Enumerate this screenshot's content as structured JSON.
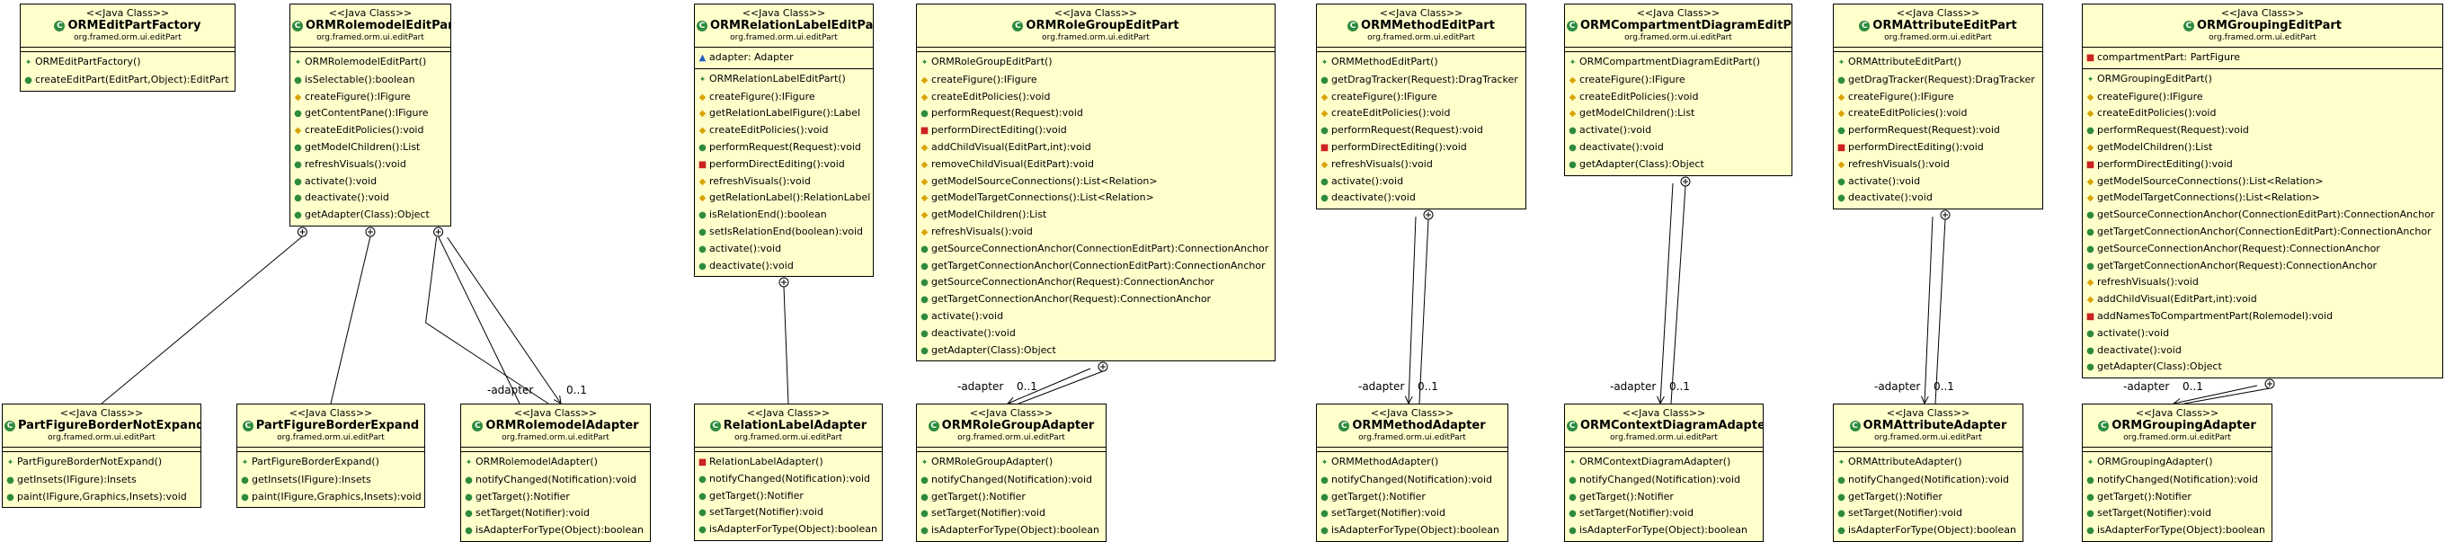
{
  "stereotype": "<<Java Class>>",
  "classes": [
    {
      "id": "ormeditpartfactory",
      "name": "ORMEditPartFactory",
      "package": "org.framed.orm.ui.editPart",
      "attributes": [],
      "methods": [
        {
          "v": "ctor",
          "t": "ORMEditPartFactory()"
        },
        {
          "v": "public",
          "t": "createEditPart(EditPart,Object):EditPart"
        }
      ]
    },
    {
      "id": "ormrolemodeleditpart",
      "name": "ORMRolemodelEditPart",
      "package": "org.framed.orm.ui.editPart",
      "attributes": [],
      "methods": [
        {
          "v": "ctor",
          "t": "ORMRolemodelEditPart()"
        },
        {
          "v": "public",
          "t": "isSelectable():boolean"
        },
        {
          "v": "protected",
          "t": "createFigure():IFigure"
        },
        {
          "v": "public",
          "t": "getContentPane():IFigure"
        },
        {
          "v": "protected",
          "t": "createEditPolicies():void"
        },
        {
          "v": "public",
          "t": "getModelChildren():List"
        },
        {
          "v": "public",
          "t": "refreshVisuals():void"
        },
        {
          "v": "public",
          "t": "activate():void"
        },
        {
          "v": "public",
          "t": "deactivate():void"
        },
        {
          "v": "public",
          "t": "getAdapter(Class):Object"
        }
      ]
    },
    {
      "id": "ormrelationlabeleditpart",
      "name": "ORMRelationLabelEditPart",
      "package": "org.framed.orm.ui.editPart",
      "attributes": [
        {
          "v": "package",
          "t": "adapter: Adapter"
        }
      ],
      "methods": [
        {
          "v": "ctor",
          "t": "ORMRelationLabelEditPart()"
        },
        {
          "v": "protected",
          "t": "createFigure():IFigure"
        },
        {
          "v": "protected",
          "t": "getRelationLabelFigure():Label"
        },
        {
          "v": "protected",
          "t": "createEditPolicies():void"
        },
        {
          "v": "public",
          "t": "performRequest(Request):void"
        },
        {
          "v": "private",
          "t": "performDirectEditing():void"
        },
        {
          "v": "protected",
          "t": "refreshVisuals():void"
        },
        {
          "v": "protected",
          "t": "getRelationLabel():RelationLabel"
        },
        {
          "v": "public",
          "t": "isRelationEnd():boolean"
        },
        {
          "v": "public",
          "t": "setIsRelationEnd(boolean):void"
        },
        {
          "v": "public",
          "t": "activate():void"
        },
        {
          "v": "public",
          "t": "deactivate():void"
        }
      ]
    },
    {
      "id": "ormrolegroupeditpart",
      "name": "ORMRoleGroupEditPart",
      "package": "org.framed.orm.ui.editPart",
      "attributes": [],
      "methods": [
        {
          "v": "ctor",
          "t": "ORMRoleGroupEditPart()"
        },
        {
          "v": "protected",
          "t": "createFigure():IFigure"
        },
        {
          "v": "protected",
          "t": "createEditPolicies():void"
        },
        {
          "v": "public",
          "t": "performRequest(Request):void"
        },
        {
          "v": "private",
          "t": "performDirectEditing():void"
        },
        {
          "v": "protected",
          "t": "addChildVisual(EditPart,int):void"
        },
        {
          "v": "protected",
          "t": "removeChildVisual(EditPart):void"
        },
        {
          "v": "protected",
          "t": "getModelSourceConnections():List<Relation>"
        },
        {
          "v": "protected",
          "t": "getModelTargetConnections():List<Relation>"
        },
        {
          "v": "protected",
          "t": "getModelChildren():List"
        },
        {
          "v": "protected",
          "t": "refreshVisuals():void"
        },
        {
          "v": "public",
          "t": "getSourceConnectionAnchor(ConnectionEditPart):ConnectionAnchor"
        },
        {
          "v": "public",
          "t": "getTargetConnectionAnchor(ConnectionEditPart):ConnectionAnchor"
        },
        {
          "v": "public",
          "t": "getSourceConnectionAnchor(Request):ConnectionAnchor"
        },
        {
          "v": "public",
          "t": "getTargetConnectionAnchor(Request):ConnectionAnchor"
        },
        {
          "v": "public",
          "t": "activate():void"
        },
        {
          "v": "public",
          "t": "deactivate():void"
        },
        {
          "v": "public",
          "t": "getAdapter(Class):Object"
        }
      ]
    },
    {
      "id": "ormmethodeditpart",
      "name": "ORMMethodEditPart",
      "package": "org.framed.orm.ui.editPart",
      "attributes": [],
      "methods": [
        {
          "v": "ctor",
          "t": "ORMMethodEditPart()"
        },
        {
          "v": "public",
          "t": "getDragTracker(Request):DragTracker"
        },
        {
          "v": "protected",
          "t": "createFigure():IFigure"
        },
        {
          "v": "protected",
          "t": "createEditPolicies():void"
        },
        {
          "v": "public",
          "t": "performRequest(Request):void"
        },
        {
          "v": "private",
          "t": "performDirectEditing():void"
        },
        {
          "v": "protected",
          "t": "refreshVisuals():void"
        },
        {
          "v": "public",
          "t": "activate():void"
        },
        {
          "v": "public",
          "t": "deactivate():void"
        }
      ]
    },
    {
      "id": "ormcompartmentdiagrameditpart",
      "name": "ORMCompartmentDiagramEditPart",
      "package": "org.framed.orm.ui.editPart",
      "attributes": [],
      "methods": [
        {
          "v": "ctor",
          "t": "ORMCompartmentDiagramEditPart()"
        },
        {
          "v": "protected",
          "t": "createFigure():IFigure"
        },
        {
          "v": "protected",
          "t": "createEditPolicies():void"
        },
        {
          "v": "protected",
          "t": "getModelChildren():List"
        },
        {
          "v": "public",
          "t": "activate():void"
        },
        {
          "v": "public",
          "t": "deactivate():void"
        },
        {
          "v": "public",
          "t": "getAdapter(Class):Object"
        }
      ]
    },
    {
      "id": "ormattributeeditpart",
      "name": "ORMAttributeEditPart",
      "package": "org.framed.orm.ui.editPart",
      "attributes": [],
      "methods": [
        {
          "v": "ctor",
          "t": "ORMAttributeEditPart()"
        },
        {
          "v": "public",
          "t": "getDragTracker(Request):DragTracker"
        },
        {
          "v": "protected",
          "t": "createFigure():IFigure"
        },
        {
          "v": "protected",
          "t": "createEditPolicies():void"
        },
        {
          "v": "public",
          "t": "performRequest(Request):void"
        },
        {
          "v": "private",
          "t": "performDirectEditing():void"
        },
        {
          "v": "protected",
          "t": "refreshVisuals():void"
        },
        {
          "v": "public",
          "t": "activate():void"
        },
        {
          "v": "public",
          "t": "deactivate():void"
        }
      ]
    },
    {
      "id": "ormgroupingeditpart",
      "name": "ORMGroupingEditPart",
      "package": "org.framed.orm.ui.editPart",
      "attributes": [
        {
          "v": "private",
          "t": "compartmentPart: PartFigure"
        }
      ],
      "methods": [
        {
          "v": "ctor",
          "t": "ORMGroupingEditPart()"
        },
        {
          "v": "protected",
          "t": "createFigure():IFigure"
        },
        {
          "v": "protected",
          "t": "createEditPolicies():void"
        },
        {
          "v": "public",
          "t": "performRequest(Request):void"
        },
        {
          "v": "protected",
          "t": "getModelChildren():List"
        },
        {
          "v": "private",
          "t": "performDirectEditing():void"
        },
        {
          "v": "protected",
          "t": "getModelSourceConnections():List<Relation>"
        },
        {
          "v": "protected",
          "t": "getModelTargetConnections():List<Relation>"
        },
        {
          "v": "public",
          "t": "getSourceConnectionAnchor(ConnectionEditPart):ConnectionAnchor"
        },
        {
          "v": "public",
          "t": "getTargetConnectionAnchor(ConnectionEditPart):ConnectionAnchor"
        },
        {
          "v": "public",
          "t": "getSourceConnectionAnchor(Request):ConnectionAnchor"
        },
        {
          "v": "public",
          "t": "getTargetConnectionAnchor(Request):ConnectionAnchor"
        },
        {
          "v": "protected",
          "t": "refreshVisuals():void"
        },
        {
          "v": "protected",
          "t": "addChildVisual(EditPart,int):void"
        },
        {
          "v": "private",
          "t": "addNamesToCompartmentPart(Rolemodel):void"
        },
        {
          "v": "public",
          "t": "activate():void"
        },
        {
          "v": "public",
          "t": "deactivate():void"
        },
        {
          "v": "public",
          "t": "getAdapter(Class):Object"
        }
      ]
    },
    {
      "id": "partfigurebordernotexpand",
      "name": "PartFigureBorderNotExpand",
      "package": "org.framed.orm.ui.editPart",
      "attributes": [],
      "methods": [
        {
          "v": "ctor",
          "t": "PartFigureBorderNotExpand()"
        },
        {
          "v": "public",
          "t": "getInsets(IFigure):Insets"
        },
        {
          "v": "public",
          "t": "paint(IFigure,Graphics,Insets):void"
        }
      ]
    },
    {
      "id": "partfigureborderexpand",
      "name": "PartFigureBorderExpand",
      "package": "org.framed.orm.ui.editPart",
      "attributes": [],
      "methods": [
        {
          "v": "ctor",
          "t": "PartFigureBorderExpand()"
        },
        {
          "v": "public",
          "t": "getInsets(IFigure):Insets"
        },
        {
          "v": "public",
          "t": "paint(IFigure,Graphics,Insets):void"
        }
      ]
    },
    {
      "id": "ormrolemodeladapter",
      "name": "ORMRolemodelAdapter",
      "package": "org.framed.orm.ui.editPart",
      "attributes": [],
      "methods": [
        {
          "v": "ctor",
          "t": "ORMRolemodelAdapter()"
        },
        {
          "v": "public",
          "t": "notifyChanged(Notification):void"
        },
        {
          "v": "public",
          "t": "getTarget():Notifier"
        },
        {
          "v": "public",
          "t": "setTarget(Notifier):void"
        },
        {
          "v": "public",
          "t": "isAdapterForType(Object):boolean"
        }
      ]
    },
    {
      "id": "relationlabeladapter",
      "name": "RelationLabelAdapter",
      "package": "org.framed.orm.ui.editPart",
      "attributes": [],
      "methods": [
        {
          "v": "private",
          "t": "RelationLabelAdapter()"
        },
        {
          "v": "public",
          "t": "notifyChanged(Notification):void"
        },
        {
          "v": "public",
          "t": "getTarget():Notifier"
        },
        {
          "v": "public",
          "t": "setTarget(Notifier):void"
        },
        {
          "v": "public",
          "t": "isAdapterForType(Object):boolean"
        }
      ]
    },
    {
      "id": "ormrolegroupadapter",
      "name": "ORMRoleGroupAdapter",
      "package": "org.framed.orm.ui.editPart",
      "attributes": [],
      "methods": [
        {
          "v": "ctor",
          "t": "ORMRoleGroupAdapter()"
        },
        {
          "v": "public",
          "t": "notifyChanged(Notification):void"
        },
        {
          "v": "public",
          "t": "getTarget():Notifier"
        },
        {
          "v": "public",
          "t": "setTarget(Notifier):void"
        },
        {
          "v": "public",
          "t": "isAdapterForType(Object):boolean"
        }
      ]
    },
    {
      "id": "ormmethodadapter",
      "name": "ORMMethodAdapter",
      "package": "org.framed.orm.ui.editPart",
      "attributes": [],
      "methods": [
        {
          "v": "ctor",
          "t": "ORMMethodAdapter()"
        },
        {
          "v": "public",
          "t": "notifyChanged(Notification):void"
        },
        {
          "v": "public",
          "t": "getTarget():Notifier"
        },
        {
          "v": "public",
          "t": "setTarget(Notifier):void"
        },
        {
          "v": "public",
          "t": "isAdapterForType(Object):boolean"
        }
      ]
    },
    {
      "id": "ormcontextdiagramadapter",
      "name": "ORMContextDiagramAdapter",
      "package": "org.framed.orm.ui.editPart",
      "attributes": [],
      "methods": [
        {
          "v": "ctor",
          "t": "ORMContextDiagramAdapter()"
        },
        {
          "v": "public",
          "t": "notifyChanged(Notification):void"
        },
        {
          "v": "public",
          "t": "getTarget():Notifier"
        },
        {
          "v": "public",
          "t": "setTarget(Notifier):void"
        },
        {
          "v": "public",
          "t": "isAdapterForType(Object):boolean"
        }
      ]
    },
    {
      "id": "ormattributeadapter",
      "name": "ORMAttributeAdapter",
      "package": "org.framed.orm.ui.editPart",
      "attributes": [],
      "methods": [
        {
          "v": "ctor",
          "t": "ORMAttributeAdapter()"
        },
        {
          "v": "public",
          "t": "notifyChanged(Notification):void"
        },
        {
          "v": "public",
          "t": "getTarget():Notifier"
        },
        {
          "v": "public",
          "t": "setTarget(Notifier):void"
        },
        {
          "v": "public",
          "t": "isAdapterForType(Object):boolean"
        }
      ]
    },
    {
      "id": "ormgroupingadapter",
      "name": "ORMGroupingAdapter",
      "package": "org.framed.orm.ui.editPart",
      "attributes": [],
      "methods": [
        {
          "v": "ctor",
          "t": "ORMGroupingAdapter()"
        },
        {
          "v": "public",
          "t": "notifyChanged(Notification):void"
        },
        {
          "v": "public",
          "t": "getTarget():Notifier"
        },
        {
          "v": "public",
          "t": "setTarget(Notifier):void"
        },
        {
          "v": "public",
          "t": "isAdapterForType(Object):boolean"
        }
      ]
    }
  ],
  "relations": [
    {
      "type": "nested",
      "from": "ormrolemodeleditpart",
      "to": "partfigurebordernotexpand"
    },
    {
      "type": "nested",
      "from": "ormrolemodeleditpart",
      "to": "partfigureborderexpand"
    },
    {
      "type": "nested",
      "from": "ormrolemodeleditpart",
      "to": "ormrolemodeladapter"
    },
    {
      "type": "association",
      "from": "ormrolemodeladapter",
      "to": "ormrolemodeleditpart",
      "role": "-adapter",
      "multiplicity": "0..1"
    },
    {
      "type": "nested",
      "from": "ormrelationlabeleditpart",
      "to": "relationlabeladapter"
    },
    {
      "type": "nested",
      "from": "ormrolegroupeditpart",
      "to": "ormrolegroupadapter"
    },
    {
      "type": "association",
      "from": "ormrolegroupeditpart",
      "to": "ormrolegroupadapter",
      "role": "-adapter",
      "multiplicity": "0..1"
    },
    {
      "type": "nested",
      "from": "ormmethodeditpart",
      "to": "ormmethodadapter"
    },
    {
      "type": "association",
      "from": "ormmethodeditpart",
      "to": "ormmethodadapter",
      "role": "-adapter",
      "multiplicity": "0..1"
    },
    {
      "type": "nested",
      "from": "ormcompartmentdiagrameditpart",
      "to": "ormcontextdiagramadapter"
    },
    {
      "type": "association",
      "from": "ormcompartmentdiagrameditpart",
      "to": "ormcontextdiagramadapter",
      "role": "-adapter",
      "multiplicity": "0..1"
    },
    {
      "type": "nested",
      "from": "ormattributeeditpart",
      "to": "ormattributeadapter"
    },
    {
      "type": "association",
      "from": "ormattributeeditpart",
      "to": "ormattributeadapter",
      "role": "-adapter",
      "multiplicity": "0..1"
    },
    {
      "type": "nested",
      "from": "ormgroupingeditpart",
      "to": "ormgroupingadapter"
    },
    {
      "type": "association",
      "from": "ormgroupingeditpart",
      "to": "ormgroupingadapter",
      "role": "-adapter",
      "multiplicity": "0..1"
    }
  ]
}
